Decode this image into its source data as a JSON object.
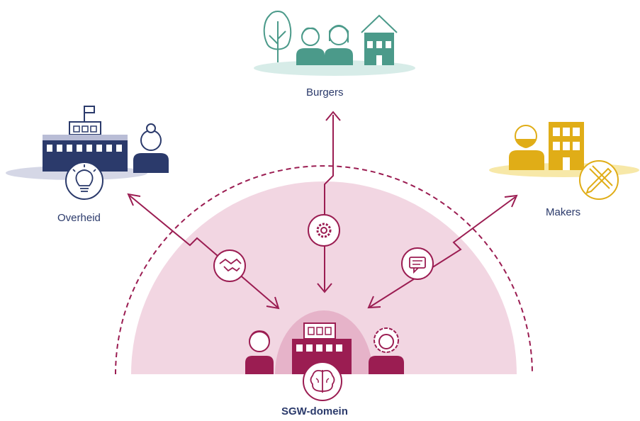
{
  "labels": {
    "burgers": "Burgers",
    "overheid": "Overheid",
    "makers": "Makers",
    "center": "SGW-domein"
  },
  "colors": {
    "accent": "#9b1d52",
    "dome_light": "#f2d6e2",
    "dome_inner": "#e6b3c9",
    "navy": "#2b3a6b",
    "navy_light": "#b9bdd6",
    "teal": "#4b9a8a",
    "teal_light": "#d7ece8",
    "gold": "#e0ad17",
    "gold_light": "#f7e8a8"
  },
  "icons": {
    "burgers_group": [
      "tree-icon",
      "person-icon",
      "person-icon",
      "house-icon"
    ],
    "overheid_group": [
      "government-building-icon",
      "person-icon",
      "lightbulb-icon"
    ],
    "makers_group": [
      "bearded-person-icon",
      "building-icon",
      "pencil-ruler-icon"
    ],
    "center_group": [
      "person-icon",
      "building-icon",
      "person-icon",
      "brain-icon"
    ],
    "connectors": [
      "handshake-icon",
      "gear-icon",
      "chat-icon"
    ]
  }
}
